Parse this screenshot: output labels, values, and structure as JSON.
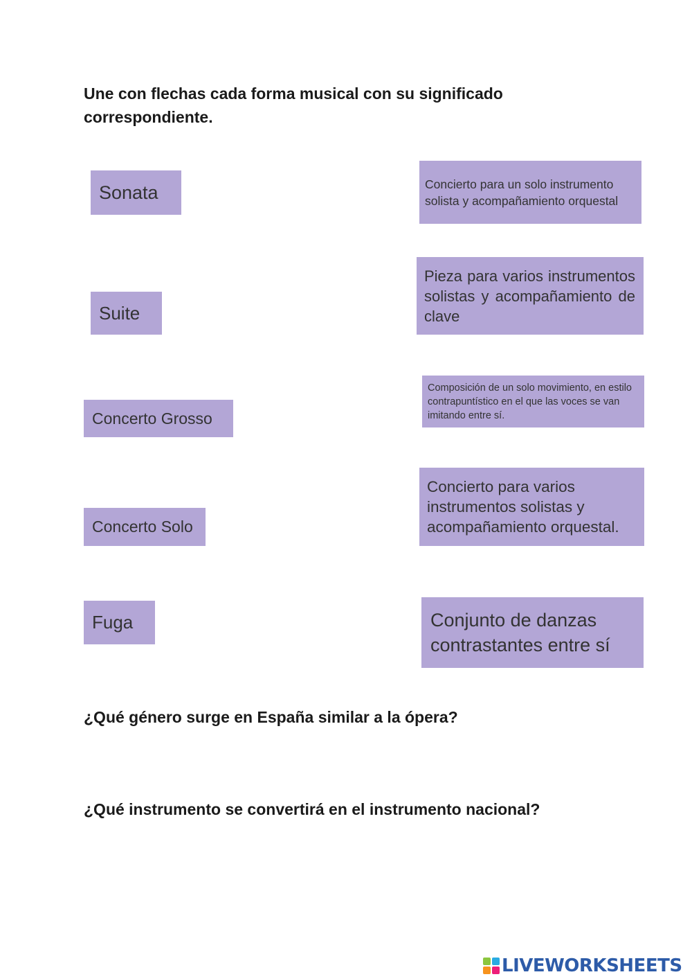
{
  "instruction": "Une con flechas cada forma musical con su significado correspondiente.",
  "terms": [
    {
      "label": "Sonata"
    },
    {
      "label": "Suite"
    },
    {
      "label": "Concerto Grosso"
    },
    {
      "label": "Concerto Solo"
    },
    {
      "label": "Fuga"
    }
  ],
  "definitions": [
    {
      "text": "Concierto para un solo instrumento solista y acompañamiento orquestal"
    },
    {
      "text": "Pieza para varios instrumentos solistas y acompañamiento de clave"
    },
    {
      "text": "Composición de un solo movimiento, en estilo contrapuntístico en el que las voces se van imitando entre sí."
    },
    {
      "text": "Concierto para varios instrumentos solistas y acompañamiento orquestal."
    },
    {
      "text": "Conjunto de danzas contrastantes entre sí"
    }
  ],
  "questions": [
    {
      "text": "¿Qué género surge en España similar a la ópera?"
    },
    {
      "text": "¿Qué instrumento se convertirá en el instrumento nacional?"
    }
  ],
  "footer": {
    "logo_text": "LIVEWORKSHEETS",
    "logo_colors": [
      "#8cc63f",
      "#29abe2",
      "#f7931e",
      "#ed1e79"
    ]
  }
}
